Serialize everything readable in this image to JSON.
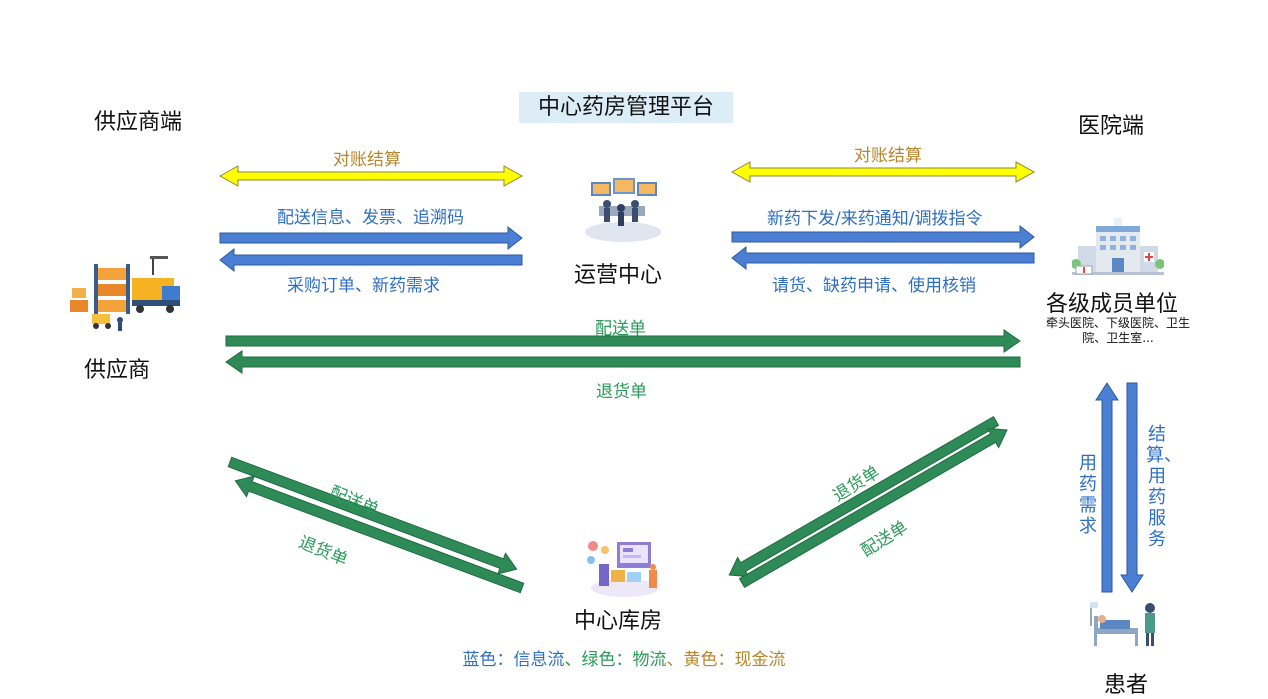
{
  "headers": {
    "supplier_side": "供应商端",
    "platform": "中心药房管理平台",
    "hospital_side": "医院端"
  },
  "nodes": {
    "supplier": "供应商",
    "ops_center": "运营中心",
    "members": "各级成员单位",
    "members_sub": "牵头医院、下级医院、卫生院、卫生室...",
    "warehouse": "中心库房",
    "patient": "患者"
  },
  "flows": {
    "reconcile_left": "对账结算",
    "reconcile_right": "对账结算",
    "delivery_info": "配送信息、发票、追溯码",
    "purchase_order": "采购订单、新药需求",
    "new_drug_notice": "新药下发/来药通知/调拨指令",
    "requests": "请货、缺药申请、使用核销",
    "delivery_top": "配送单",
    "return_top": "退货单",
    "delivery_left_diag": "配送单",
    "return_left_diag": "退货单",
    "return_right_diag": "退货单",
    "delivery_right_diag": "配送单",
    "patient_demand": "用药需求",
    "settlement_service": "结算、用药服务"
  },
  "legend": {
    "blue": "蓝色：信息流",
    "sep1": "、",
    "green": "绿色：物流",
    "sep2": "、",
    "yellow": "黄色：现金流"
  },
  "colors": {
    "info_flow": "#4a7fd4",
    "logistics_flow": "#2e8b57",
    "cash_flow": "#ffff00"
  }
}
